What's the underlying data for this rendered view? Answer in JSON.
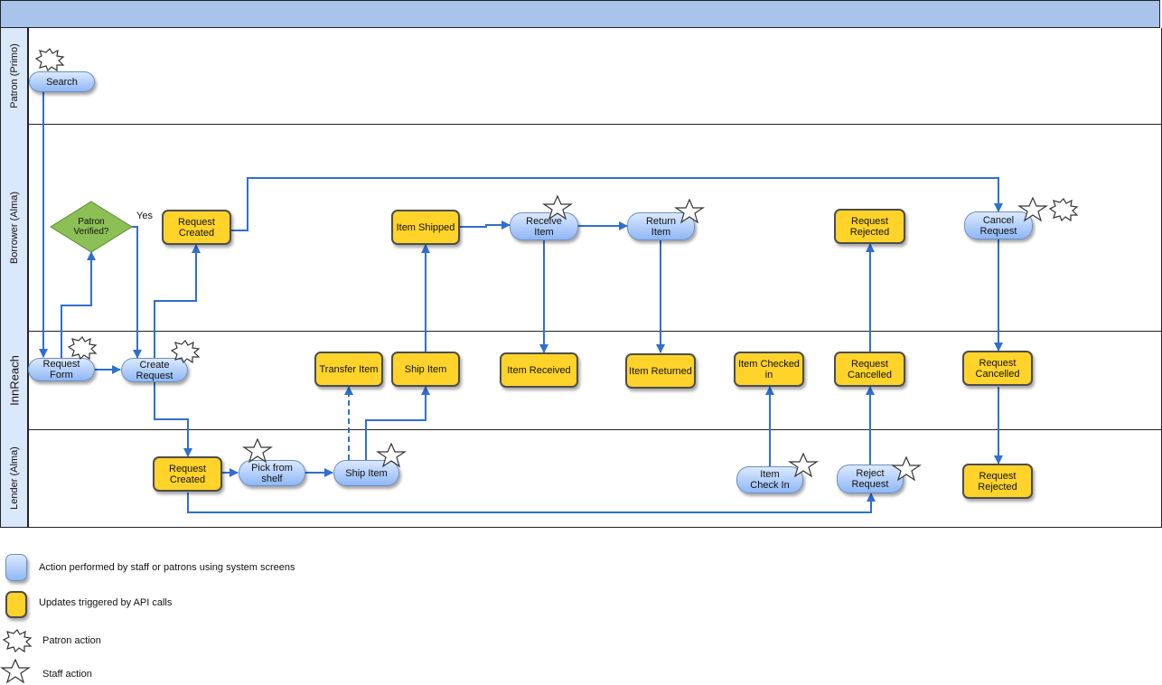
{
  "lanes": [
    {
      "id": "patron",
      "label": "Patron (Primo)"
    },
    {
      "id": "borrower",
      "label": "Borrower (Alma)"
    },
    {
      "id": "innreach",
      "label": "InnReach"
    },
    {
      "id": "lender",
      "label": "Lender (Alma)"
    }
  ],
  "nodes": {
    "search": "Search",
    "patron_verified": "Patron\nVerified?",
    "yes_label": "Yes",
    "borrower_request_created": "Request\nCreated",
    "item_shipped": "Item Shipped",
    "receive_item": "Receive\nItem",
    "return_item": "Return\nItem",
    "borrower_request_rejected": "Request\nRejected",
    "cancel_request": "Cancel\nRequest",
    "request_form": "Request\nForm",
    "create_request": "Create\nRequest",
    "transfer_item": "Transfer Item",
    "innreach_ship_item": "Ship Item",
    "item_received": "Item Received",
    "item_returned": "Item Returned",
    "item_checked_in": "Item Checked\nin",
    "innreach_request_cancelled": "Request\nCancelled",
    "innreach_request_cancelled_2": "Request\nCancelled",
    "lender_request_created": "Request\nCreated",
    "pick_from_shelf": "Pick from\nshelf",
    "lender_ship_item": "Ship Item",
    "item_check_in": "Item\nCheck In",
    "reject_request": "Reject\nRequest",
    "lender_request_rejected": "Request\nRejected"
  },
  "legend": {
    "action": "Action performed by staff or patrons using system screens",
    "api": "Updates triggered by API calls",
    "patron_action": "Patron action",
    "staff_action": "Staff action"
  },
  "colors": {
    "action_fill": "#a9c8f5",
    "api_fill": "#ffd32a",
    "decision_fill": "#8cc056",
    "lane_label_fill": "#dae8fc",
    "header_fill": "#a9c4eb",
    "connector": "#2f6fd1"
  },
  "icons": {
    "patron": "burst-star-icon",
    "staff": "star-icon"
  }
}
